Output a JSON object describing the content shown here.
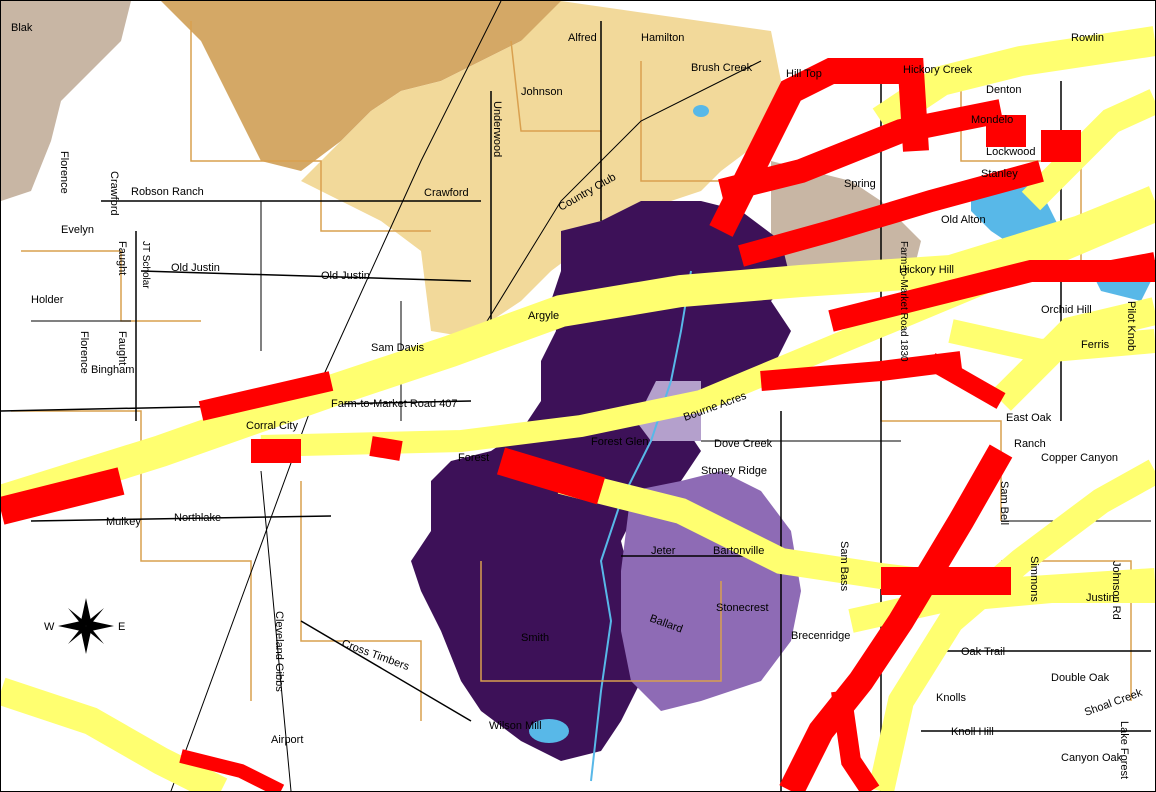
{
  "colors": {
    "background": "#ffffff",
    "tan_region": "#d4a866",
    "light_tan_region": "#f2d99a",
    "taupe_region": "#c8b6a4",
    "dark_purple_region": "#3d1158",
    "medium_purple_region": "#8e6bb5",
    "light_purple_region": "#b4a0cc",
    "yellow_corridor": "#ffff70",
    "red_corridor": "#ff0000",
    "road_black": "#000000",
    "boundary_orange": "#d9a04f",
    "water": "#58b8e8"
  },
  "compass": {
    "icon": "compass-rose-icon",
    "west": "W",
    "east": "E"
  },
  "labels": {
    "blak": "Blak",
    "florence_north": "Florence",
    "crawford_w": "Crawford",
    "robson_ranch": "Robson Ranch",
    "evelyn": "Evelyn",
    "faught_n": "Faught",
    "jt_scholar": "JT Scholar",
    "old_justin_w": "Old Justin",
    "holder": "Holder",
    "faught_s": "Faught",
    "florence_s": "Florence",
    "bingham": "Bingham",
    "sam_davis": "Sam Davis",
    "old_justin_e": "Old Justin",
    "crawford_e": "Crawford",
    "johnson": "Johnson",
    "alfred": "Alfred",
    "hamilton": "Hamilton",
    "brush_creek": "Brush Creek",
    "country_club": "Country Club",
    "underwood": "Underwood",
    "argyle": "Argyle",
    "fm407": "Farm-to-Market Road 407",
    "corral_city": "Corral City",
    "forest": "Forest",
    "mulkey": "Mulkey",
    "northlake": "Northlake",
    "jeter": "Jeter",
    "bartonville": "Bartonville",
    "stoney_ridge": "Stoney Ridge",
    "dove_creek": "Dove Creek",
    "bourne_acres": "Bourne Acres",
    "forest_glen": "Forest Glen",
    "hilltop": "Hill Top",
    "hickory_creek": "Hickory Creek",
    "denton": "Denton",
    "rowlin": "Rowlin",
    "mondelo": "Mondelo",
    "spring": "Spring",
    "lockwood": "Lockwood",
    "stanley": "Stanley",
    "old_alton": "Old Alton",
    "hickory_hill": "Hickory Hill",
    "orchid_hill": "Orchid Hill",
    "fm1830": "Farm-to-Market Road 1830",
    "pilot_knob": "Pilot Knob",
    "ferris": "Ferris",
    "east_oak": "East Oak",
    "ranch": "Ranch",
    "copper_canyon": "Copper Canyon",
    "sam_bass": "Sam Bass",
    "justin": "Justin",
    "oak_trail": "Oak Trail",
    "double_oak": "Double Oak",
    "knoll_hill": "Knoll Hill",
    "cross_timbers": "Cross Timbers",
    "cleveland_gibbs": "Cleveland Gibbs",
    "airport": "Airport",
    "brecenridge": "Brecenridge",
    "smith": "Smith",
    "stonecrest": "Stonecrest",
    "ballard": "Ballard",
    "wilson_mill": "Wilson Mill",
    "simmons": "Simmons",
    "johnson_rd": "Johnson Rd",
    "sam_bell": "Sam Bell",
    "shoal_creek": "Shoal Creek",
    "canyon_oak": "Canyon Oak",
    "knolls": "Knolls",
    "lake_forest": "Lake Forest"
  }
}
